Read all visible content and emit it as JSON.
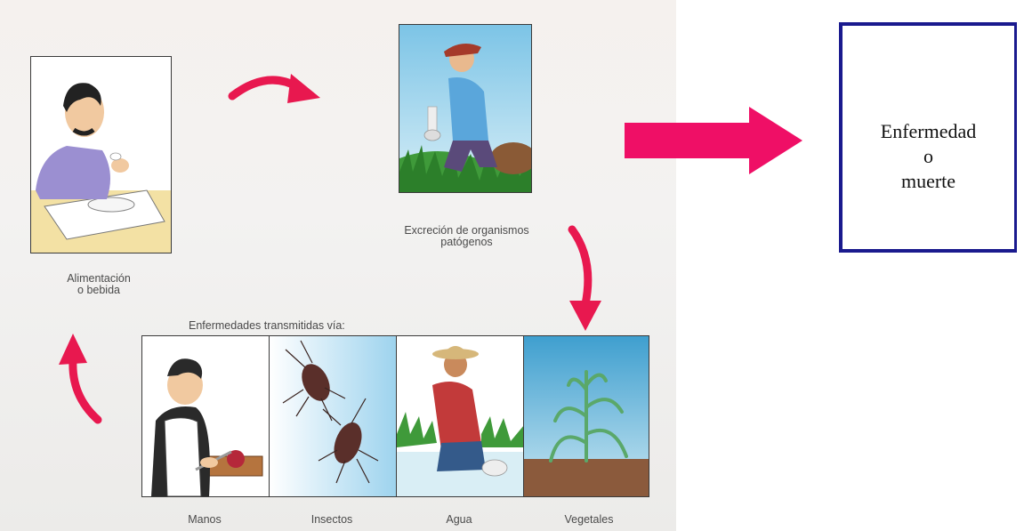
{
  "diagram": {
    "steps": {
      "feeding": "Alimentación\no bebida",
      "excretion": "Excreción de organismos\npatógenos"
    },
    "transmission": {
      "title": "Enfermedades transmitidas vía:",
      "routes": [
        "Manos",
        "Insectos",
        "Agua",
        "Vegetales"
      ]
    },
    "result": {
      "lines": [
        "Enfermedad",
        "o",
        "muerte"
      ]
    },
    "colors": {
      "cycle_arrow": "#e8184f",
      "big_arrow": "#ef0f66",
      "result_border": "#1a1a8e"
    }
  }
}
